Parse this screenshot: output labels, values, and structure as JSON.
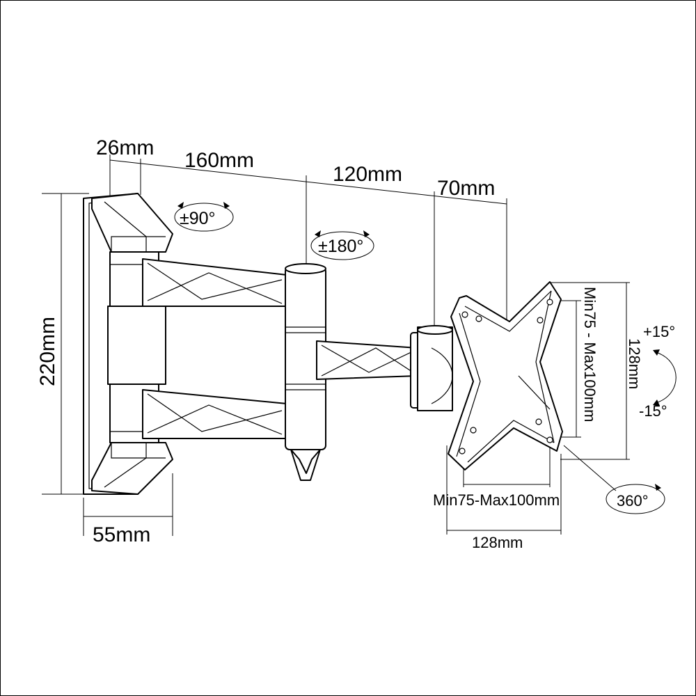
{
  "dimensions": {
    "plate_depth": "26mm",
    "arm1": "160mm",
    "arm2": "120mm",
    "head": "70mm",
    "height": "220mm",
    "width": "55mm",
    "vesa_vertical": "128mm",
    "vesa_vertical_range": "Min75 - Max100mm",
    "vesa_horizontal": "128mm",
    "vesa_horizontal_range": "Min75-Max100mm"
  },
  "rotations": {
    "wall_swivel": "±90°",
    "arm_swivel": "±180°",
    "tilt_up": "+15°",
    "tilt_down": "-15°",
    "rotate": "360°"
  }
}
